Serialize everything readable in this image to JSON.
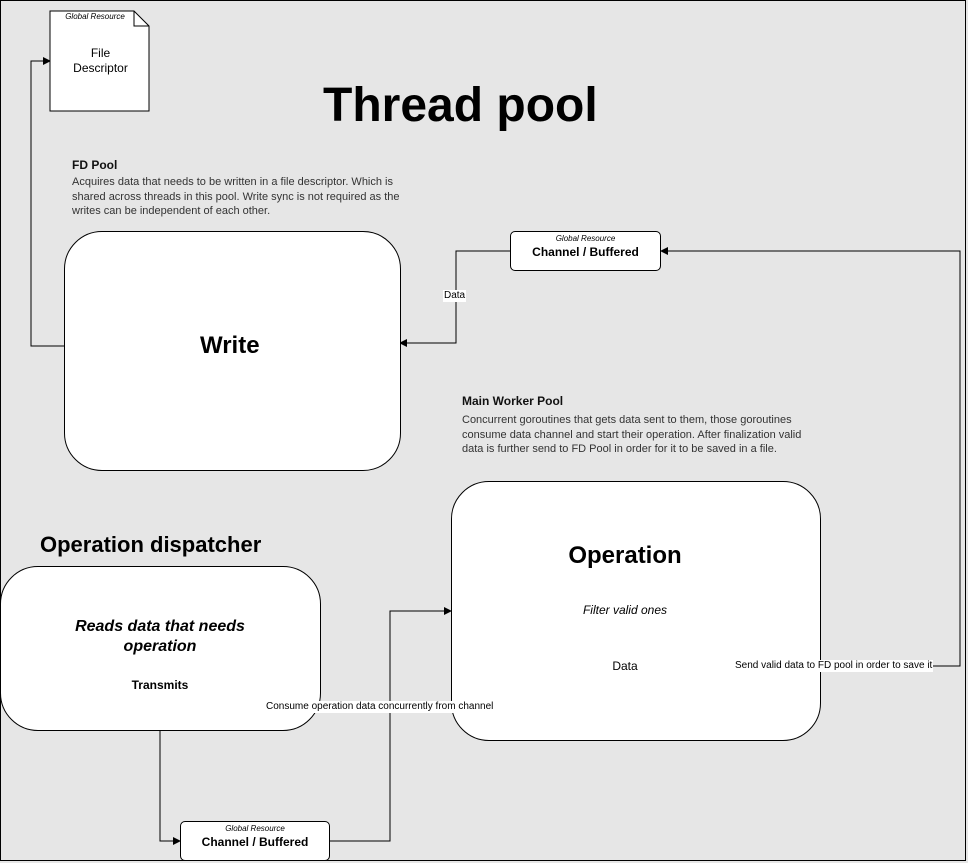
{
  "title": "Thread pool",
  "file_descriptor": {
    "tag": "Global Resource",
    "label_line1": "File",
    "label_line2": "Descriptor"
  },
  "fd_pool": {
    "title": "FD Pool",
    "description": "Acquires data that needs to be written in a file descriptor. Which is shared across threads in this pool. Write sync is not required as the writes can be independent of each other.",
    "node_label": "Write"
  },
  "channel_top": {
    "tag": "Global Resource",
    "label": "Channel / Buffered"
  },
  "channel_bottom": {
    "tag": "Global Resource",
    "label": "Channel / Buffered"
  },
  "main_worker_pool": {
    "title": "Main Worker Pool",
    "description": "Concurrent goroutines that gets data sent to them, those goroutines consume data channel and start their operation. After finalization valid data is further send to FD Pool in order for it to be saved in a file.",
    "node_title": "Operation",
    "step_filter": "Filter valid ones",
    "step_data": "Data"
  },
  "dispatcher": {
    "title": "Operation dispatcher",
    "node_text": "Reads data that needs operation",
    "step_transmits": "Transmits"
  },
  "edges": {
    "data_label": "Data",
    "send_valid_label": "Send valid data to FD pool in order to save it",
    "consume_label": "Consume operation data concurrently from channel"
  }
}
